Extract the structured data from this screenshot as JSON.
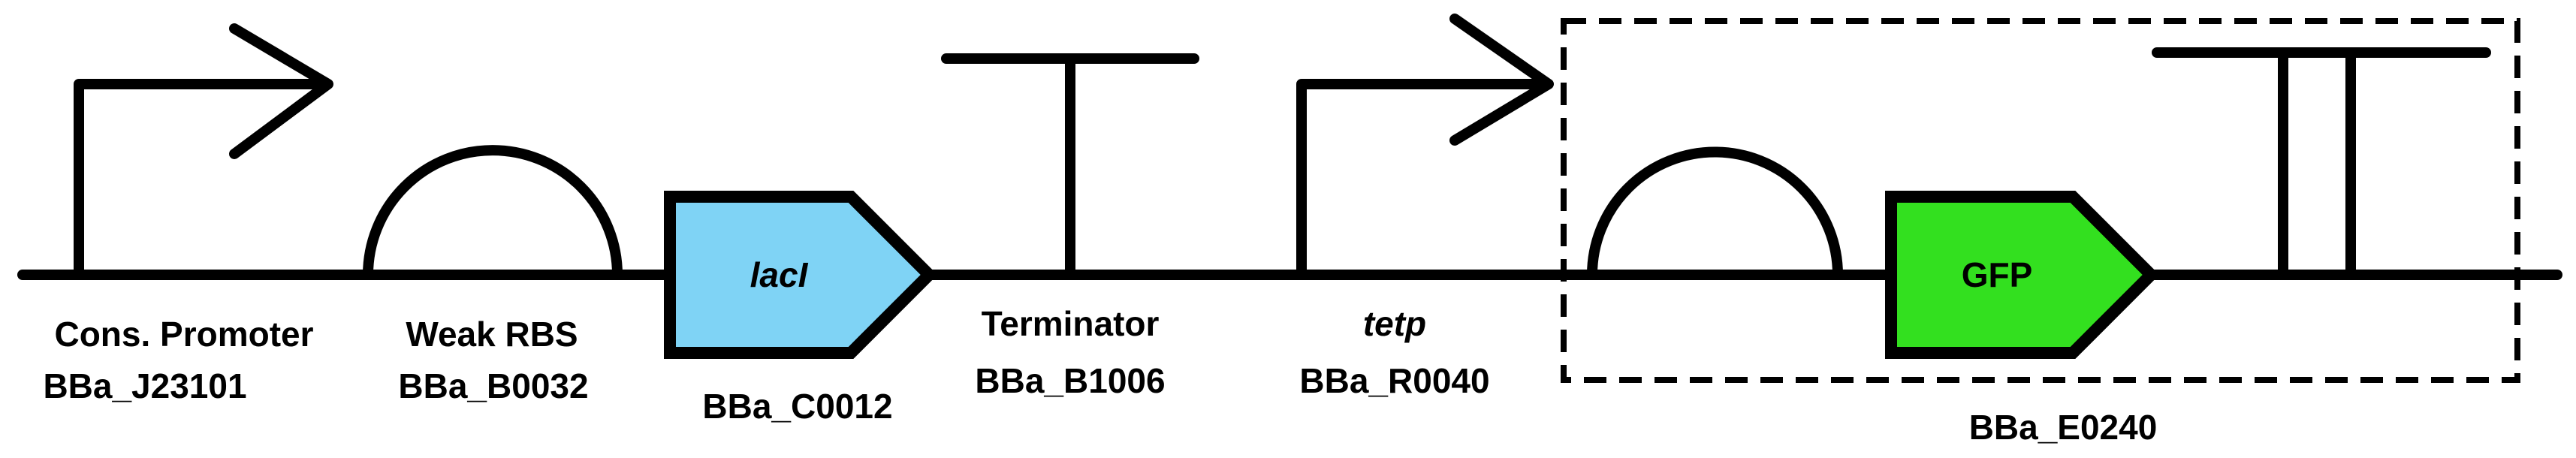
{
  "colors": {
    "line": "#000000",
    "laci_fill": "#7fd3f5",
    "gfp_fill": "#33e01f"
  },
  "parts": {
    "promoter1": {
      "name": "Cons. Promoter",
      "id": "BBa_J23101"
    },
    "rbs1": {
      "name": "Weak RBS",
      "id": "BBa_B0032"
    },
    "cds1": {
      "label": "lacI",
      "id": "BBa_C0012"
    },
    "terminator1": {
      "name": "Terminator",
      "id": "BBa_B1006"
    },
    "promoter2": {
      "name": "tetp",
      "id": "BBa_R0040"
    },
    "cds2": {
      "label": "GFP"
    },
    "device": {
      "id": "BBa_E0240"
    }
  }
}
